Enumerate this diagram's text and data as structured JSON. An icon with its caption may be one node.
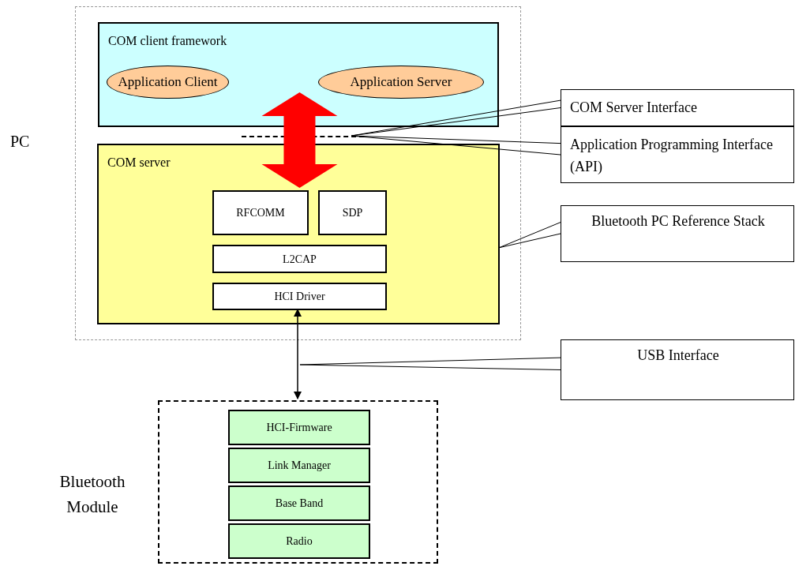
{
  "diagram": {
    "nodes": [
      {
        "text": [
          "PC"
        ]
      },
      {
        "text": [
          "COM client framework"
        ],
        "in": 0
      },
      {
        "text": [
          "Application Client"
        ],
        "in": 1
      },
      {
        "text": [
          "Application Server"
        ],
        "in": 1
      },
      {
        "text": [
          "COM server"
        ],
        "in": 0
      },
      {
        "text": [
          "RFCOMM"
        ],
        "in": 4
      },
      {
        "text": [
          "SDP"
        ],
        "in": 4
      },
      {
        "text": [
          "L2CAP"
        ],
        "in": 4
      },
      {
        "text": [
          "HCI Driver"
        ],
        "in": 4
      },
      {
        "text": [
          "Bluetooth Module"
        ]
      },
      {
        "text": [
          "HCI-Firmware"
        ],
        "in": 9
      },
      {
        "text": [
          "Link Manager"
        ],
        "in": 9
      },
      {
        "text": [
          "Base Band"
        ],
        "in": 9
      },
      {
        "text": [
          "Radio"
        ],
        "in": 9
      },
      {
        "text": [
          "COM Server Interface"
        ]
      },
      {
        "text": [
          "Application Programming Interface (API)"
        ]
      },
      {
        "text": [],
        "shape": "line",
        "in": 0
      },
      {
        "text": [
          "Bluetooth PC Reference Stack"
        ]
      },
      {
        "text": [
          "USB Interface"
        ]
      }
    ],
    "edges": [
      {
        "from": 1,
        "to": 5,
        "arrow": "both",
        "style": "thick",
        "color": "#ff0000"
      },
      {
        "from": 8,
        "to": 9,
        "arrow": "both"
      },
      {
        "from": 14,
        "to": 16,
        "arrow": "none"
      },
      {
        "from": 15,
        "to": 16,
        "arrow": "none"
      },
      {
        "from": 17,
        "to": 4,
        "arrow": "none"
      },
      {
        "from": 18,
        "to": null,
        "arrow": "none"
      }
    ]
  }
}
